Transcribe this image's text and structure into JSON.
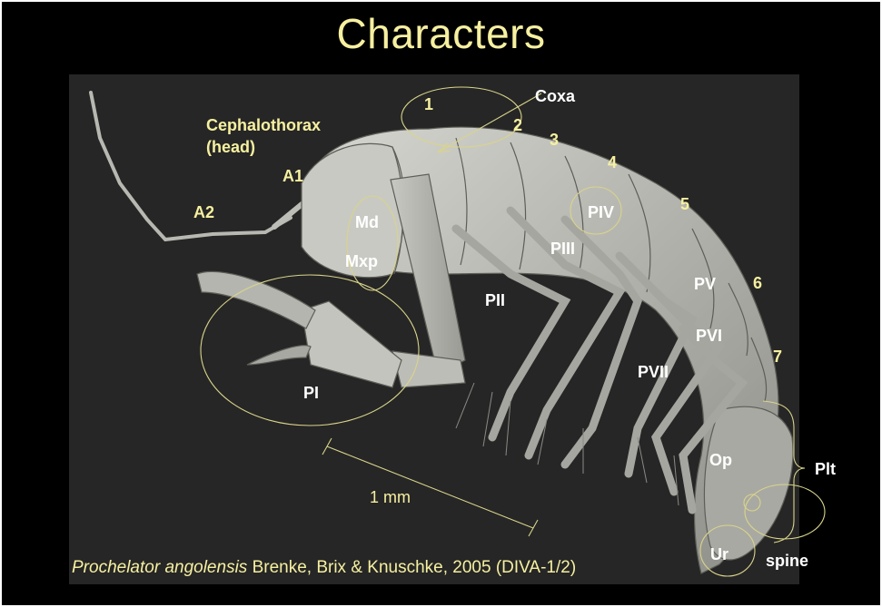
{
  "slide": {
    "title": "Characters",
    "caption": {
      "species": "Prochelator angolensis",
      "rest": " Brenke, Brix & Knuschke, 2005 (DIVA-1/2)"
    },
    "scale_label": "1 mm"
  },
  "labels": {
    "coxa": "Coxa",
    "cephalothorax": "Cephalothorax",
    "head": "(head)",
    "a1": "A1",
    "a2": "A2",
    "md": "Md",
    "mxp": "Mxp",
    "pi": "PI",
    "pii": "PII",
    "piii": "PIII",
    "piv": "PIV",
    "pv": "PV",
    "pvi": "PVI",
    "pvii": "PVII",
    "n1": "1",
    "n2": "2",
    "n3": "3",
    "n4": "4",
    "n5": "5",
    "n6": "6",
    "n7": "7",
    "op": "Op",
    "plt": "Plt",
    "ur": "Ur",
    "spine": "spine"
  },
  "colors": {
    "label": "#f6f0a0",
    "background": "#000000",
    "photo_bg": "#262626",
    "specimen": "#b9b9b3"
  }
}
